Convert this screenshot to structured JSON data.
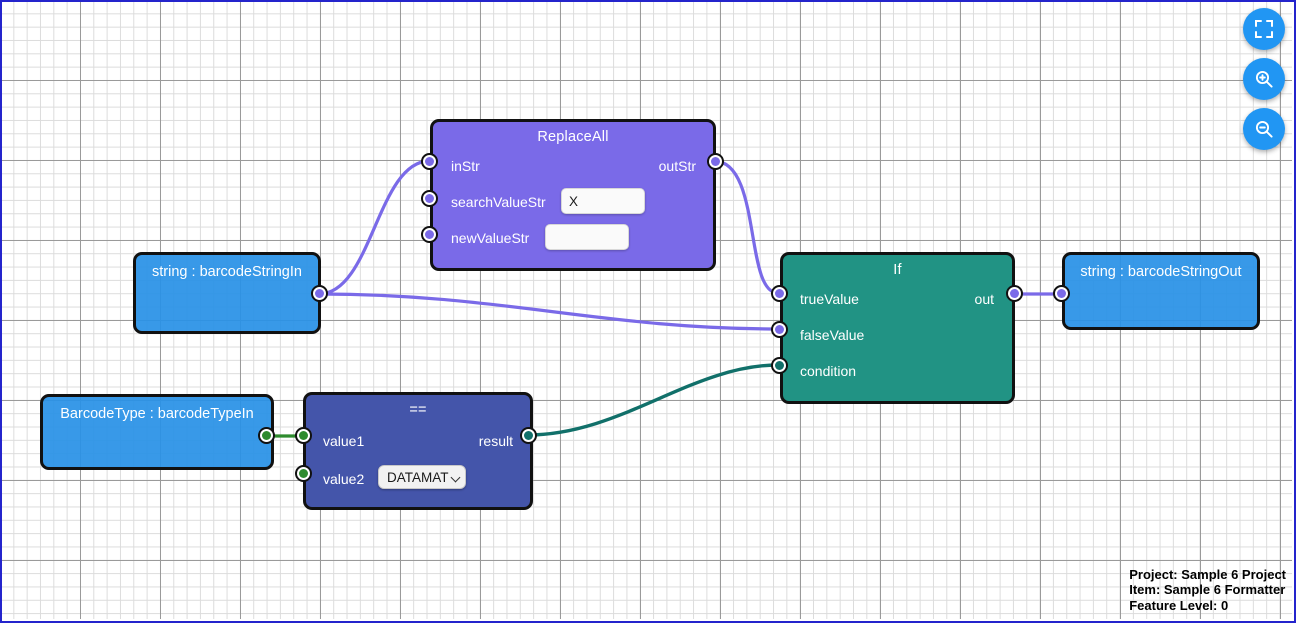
{
  "toolbar": {
    "buttons": [
      {
        "name": "fit-to-screen-button",
        "icon": "fit-screen-icon",
        "label": "Fit to screen"
      },
      {
        "name": "zoom-in-button",
        "icon": "zoom-in-icon",
        "label": "Zoom in"
      },
      {
        "name": "zoom-out-button",
        "icon": "zoom-out-icon",
        "label": "Zoom out"
      }
    ]
  },
  "status": {
    "project": "Project: Sample 6 Project",
    "item": "Item: Sample 6 Formatter",
    "feature_level": "Feature Level: 0"
  },
  "colors": {
    "variable_node": "#2991e6",
    "purple_node": "#7a6ae8",
    "teal_node": "#219384",
    "indigo_node": "#4455aa",
    "wire_violet": "#7a6ae8",
    "wire_teal": "#11706a",
    "wire_green": "#2e8b2e",
    "accent_button": "#2196f3",
    "canvas_border": "#2424cc"
  },
  "nodes": {
    "barcode_string_in": {
      "title": "string : barcodeStringIn",
      "out_port": "out"
    },
    "barcode_type_in": {
      "title": "BarcodeType : barcodeTypeIn",
      "out_port": "out"
    },
    "replace_all": {
      "title": "ReplaceAll",
      "inputs": [
        {
          "label": "inStr",
          "value": null
        },
        {
          "label": "searchValueStr",
          "value": "X"
        },
        {
          "label": "newValueStr",
          "value": ""
        }
      ],
      "outputs": [
        {
          "label": "outStr"
        }
      ]
    },
    "equals": {
      "title": "==",
      "inputs": [
        {
          "label": "value1",
          "value": null
        },
        {
          "label": "value2",
          "value": "DATAMAT"
        }
      ],
      "outputs": [
        {
          "label": "result"
        }
      ],
      "options": [
        "DATAMAT"
      ]
    },
    "if_node": {
      "title": "If",
      "inputs": [
        {
          "label": "trueValue"
        },
        {
          "label": "falseValue"
        },
        {
          "label": "condition"
        }
      ],
      "outputs": [
        {
          "label": "out"
        }
      ]
    },
    "barcode_string_out": {
      "title": "string : barcodeStringOut",
      "in_port": "in"
    }
  }
}
